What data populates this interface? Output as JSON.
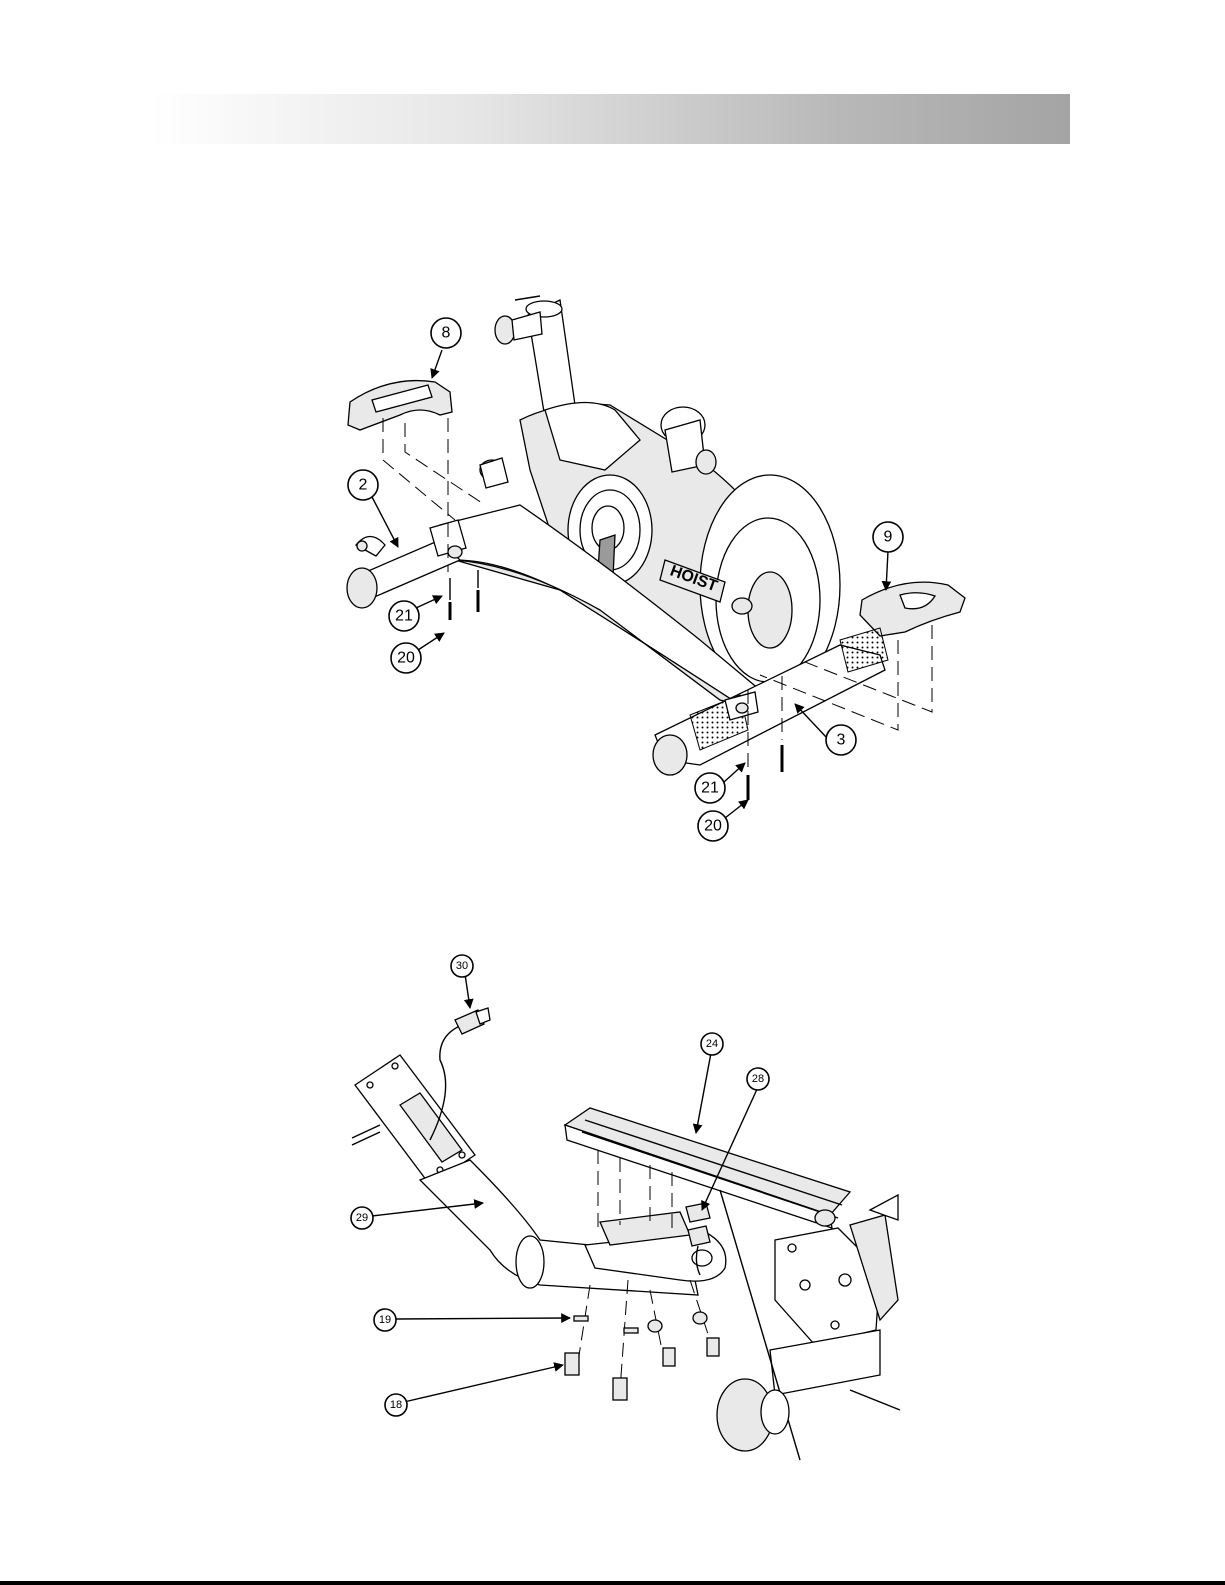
{
  "colors": {
    "header_gradient_start": "#ffffff",
    "header_gradient_end": "#a4a4a4",
    "line": "#000000"
  },
  "figure1": {
    "brand_text": "HOIST",
    "callouts": [
      "8",
      "2",
      "21",
      "20",
      "9",
      "3",
      "21",
      "20"
    ]
  },
  "figure2": {
    "callouts": [
      "30",
      "24",
      "28",
      "29",
      "19",
      "18"
    ]
  }
}
